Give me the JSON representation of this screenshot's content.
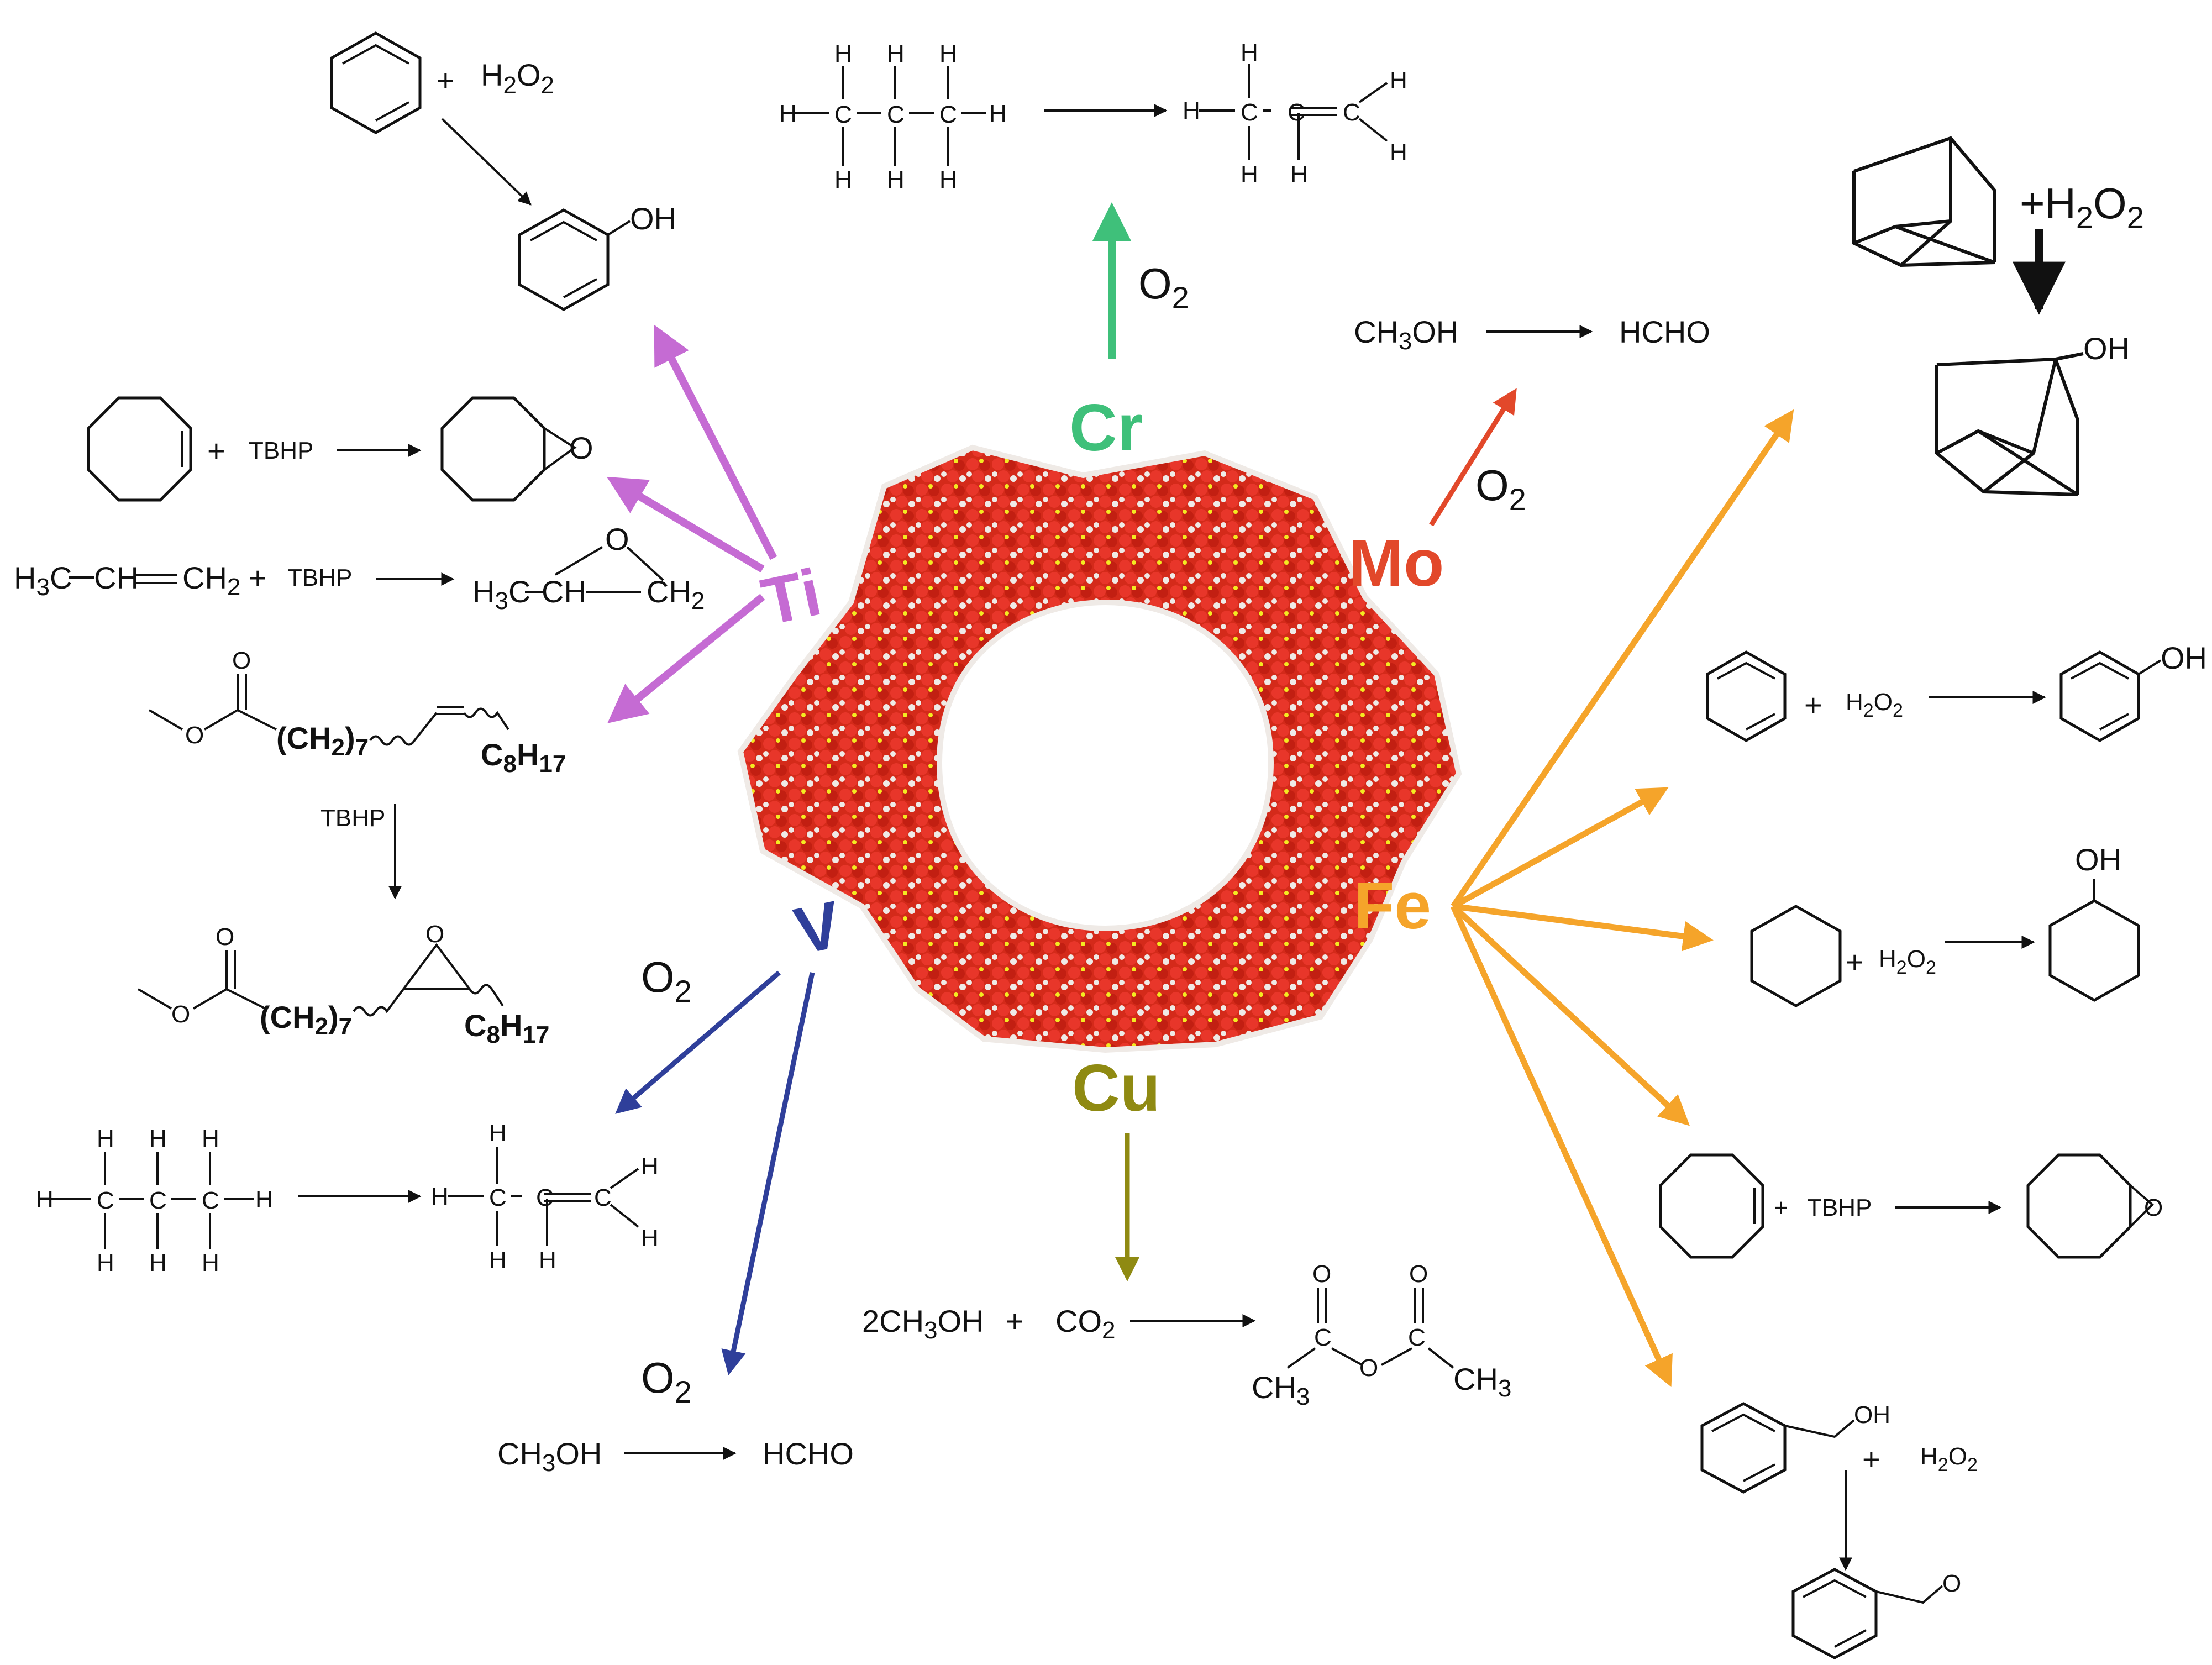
{
  "colors": {
    "Ti": "#c56bd3",
    "Cr": "#3fc07a",
    "Mo": "#e2482a",
    "Fe": "#f5a42a",
    "V": "#2f3f9a",
    "Cu": "#8f8a12",
    "framework_atom": "#d42a1a",
    "framework_h": "#e8e4e0",
    "framework_si": "#f4ea22"
  },
  "metals": {
    "Ti": "Ti",
    "Cr": "Cr",
    "Mo": "Mo",
    "Fe": "Fe",
    "V": "V",
    "Cu": "Cu"
  },
  "oxidants": {
    "O2": "O",
    "sub2": "2",
    "H2O2": "H",
    "H2O2_sub": "2",
    "H2O2_O": "O",
    "H2O2_sub2": "2",
    "TBHP": "TBHP",
    "plus": "+"
  },
  "labels": {
    "OH": "OH",
    "O": "O",
    "H": "H",
    "C": "C",
    "CH3OH_a": "CH",
    "CH3OH_b": "3",
    "CH3OH_c": "OH",
    "HCHO": "HCHO",
    "H3C_a": "H",
    "H3C_b": "3",
    "H3C_c": "C",
    "CH": "CH",
    "CH2_a": "CH",
    "CH2_b": "2",
    "CH2n_a": "(CH",
    "CH2n_b": "2",
    "CH2n_c": ")",
    "CH2n_d": "7",
    "C8H17_a": "C",
    "C8H17_b": "8",
    "C8H17_c": "H",
    "C8H17_d": "17",
    "TwoCH3OH_a": "2CH",
    "TwoCH3OH_b": "3",
    "TwoCH3OH_c": "OH",
    "CO2_a": "CO",
    "CO2_b": "2",
    "CH3_a": "CH",
    "CH3_b": "3",
    "plusH2O2": "+H"
  }
}
